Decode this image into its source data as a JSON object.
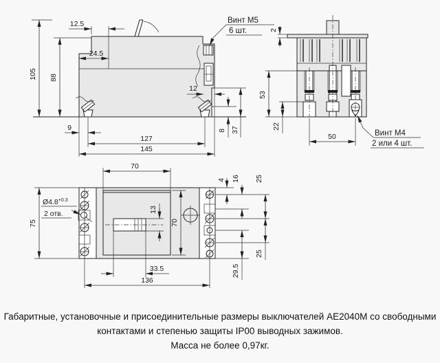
{
  "drawing": {
    "side_view": {
      "dims": {
        "overall_height": "105",
        "body_height": "88",
        "cover_step_depth": "12.5",
        "ledge_depth": "24.5",
        "terminal_depth": "12",
        "foot_edge_offset": "9",
        "foot_hole_spacing": "127",
        "overall_depth": "145",
        "foot_axis_height": "8",
        "terminal_ledge_height": "37"
      },
      "screw_label": {
        "line1": "Винт М5",
        "line2": "6 шт."
      }
    },
    "front_view": {
      "dims": {
        "flange_thickness": "2",
        "contact_zone_height": "53",
        "terminal_zone_height": "22",
        "outer_pole_spacing": "50"
      },
      "screw_label": {
        "line1": "Винт М4",
        "line2": "2 или 4 шт."
      }
    },
    "plan_view": {
      "dims": {
        "cover_width": "70",
        "overall_width": "75",
        "slot_height": "13",
        "cover_height": "70",
        "slot_length": "33.5",
        "terminal_row_spacing": "136",
        "top_edge_offset": "4",
        "aux_contact_offset": "16",
        "pole_pitch_upper": "25",
        "pole_pitch_lower": "25",
        "mounting_hole_offset": "29.5"
      },
      "mounting_hole_label": {
        "diameter": "Ø4.8",
        "tolerance": "+0.3",
        "quantity": "2 отв."
      }
    }
  },
  "caption": {
    "line1": "Габаритные, установочные и присоединительные размеры выключателей АЕ2040М со свободными",
    "line2": "контактами и степенью защиты IP00 выводных зажимов.",
    "line3": "Масса не более 0,97кг."
  }
}
